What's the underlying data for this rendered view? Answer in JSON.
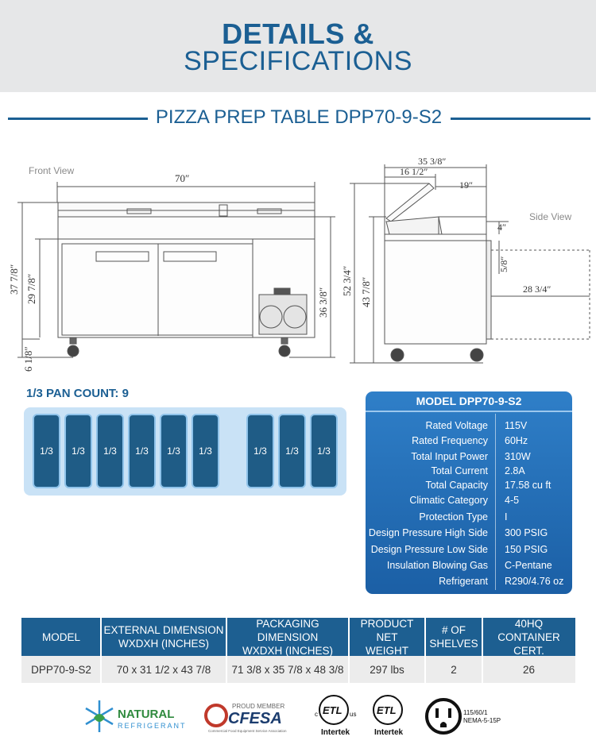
{
  "header": {
    "line1": "DETAILS &",
    "line2": "SPECIFICATIONS"
  },
  "model_title": "PIZZA PREP TABLE DPP70-9-S2",
  "drawing": {
    "front_label": "Front View",
    "side_label": "Side View",
    "front_dims": {
      "width": "70″",
      "total_height": "37 7/8″",
      "body_height": "29 7/8″",
      "right_height": "36 3/8″",
      "caster": "6 1/8″"
    },
    "side_dims": {
      "depth": "35 3/8″",
      "top1": "16 1/2″",
      "top2": "19″",
      "rail": "4″",
      "door_open": "5/8″",
      "swing": "28 3/4″",
      "total": "52 3/4″",
      "body": "43 7/8″"
    }
  },
  "pan": {
    "title": "1/3 PAN COUNT: 9",
    "items": [
      "1/3",
      "1/3",
      "1/3",
      "1/3",
      "1/3",
      "1/3",
      "1/3",
      "1/3",
      "1/3"
    ]
  },
  "specs": {
    "title": "MODEL DPP70-9-S2",
    "rows": [
      {
        "k": "Rated Voltage",
        "v": "115V"
      },
      {
        "k": "Rated Frequency",
        "v": "60Hz"
      },
      {
        "k": "Total Input Power",
        "v": "310W"
      },
      {
        "k": "Total Current",
        "v": "2.8A"
      },
      {
        "k": "Total Capacity",
        "v": "17.58 cu ft"
      },
      {
        "k": "Climatic Category",
        "v": "4-5"
      },
      {
        "k": "Protection Type",
        "v": "I"
      },
      {
        "k": "Design Pressure High Side",
        "v": "300 PSIG"
      },
      {
        "k": "Design Pressure Low Side",
        "v": "150 PSIG"
      },
      {
        "k": "Insulation Blowing Gas",
        "v": "C-Pentane"
      },
      {
        "k": "Refrigerant",
        "v": "R290/4.76 oz"
      }
    ]
  },
  "table": {
    "headers": [
      "MODEL",
      "EXTERNAL DIMENSION\nWXDXH (INCHES)",
      "PACKAGING DIMENSION\nWXDXH (INCHES)",
      "PRODUCT NET\nWEIGHT",
      "# OF\nSHELVES",
      "40HQ\nCONTAINER CERT."
    ],
    "row": [
      "DPP70-9-S2",
      "70 x 31 1/2 x 43 7/8",
      "71 3/8 x 35 7/8 x 48 3/8",
      "297 lbs",
      "2",
      "26"
    ]
  },
  "logos": {
    "natural_1": "NATURAL",
    "natural_2": "REFRIGERANT",
    "cfesa_top": "PROUD MEMBER",
    "cfesa_name": "CFESA",
    "cfesa_sub": "Commercial Food Equipment Service Association",
    "etl_c": "c",
    "etl_us": "us",
    "etl_1": "Intertek",
    "etl_2": "Intertek",
    "plug_1": "115/60/1",
    "plug_2": "NEMA-5-15P"
  }
}
